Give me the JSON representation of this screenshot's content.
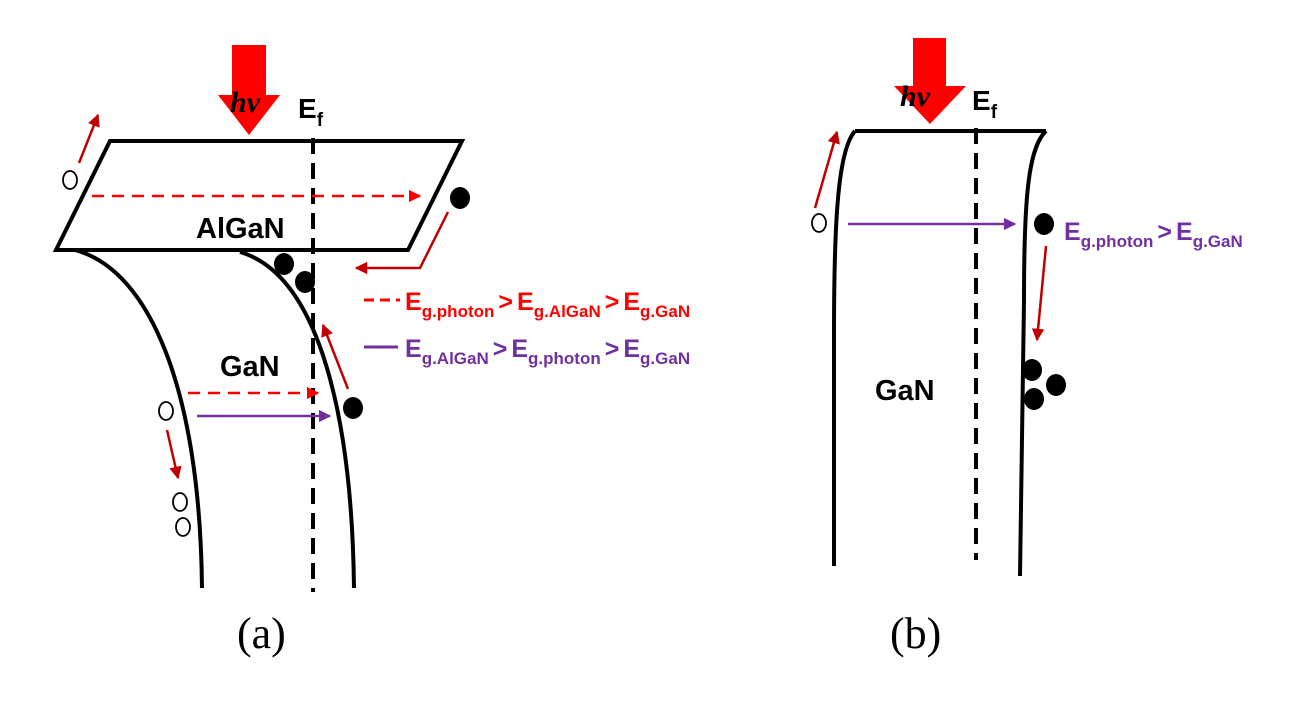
{
  "panel_a": {
    "caption": "(a)",
    "photon_label": "hv",
    "fermi_main": "E",
    "fermi_sub": "f",
    "layer_top": "AlGaN",
    "layer_bottom": "GaN",
    "legend": [
      {
        "terms": [
          {
            "main": "E",
            "sub": "g.photon"
          },
          {
            "main": "E",
            "sub": "g.AlGaN"
          },
          {
            "main": "E",
            "sub": "g.GaN"
          }
        ],
        "separator": ">",
        "color": "#ff0000",
        "style": "dashed"
      },
      {
        "terms": [
          {
            "main": "E",
            "sub": "g.AlGaN"
          },
          {
            "main": "E",
            "sub": "g.photon"
          },
          {
            "main": "E",
            "sub": "g.GaN"
          }
        ],
        "separator": ">",
        "color": "#7030a0",
        "style": "solid"
      }
    ]
  },
  "panel_b": {
    "caption": "(b)",
    "photon_label": "hv",
    "fermi_main": "E",
    "fermi_sub": "f",
    "layer": "GaN",
    "condition": {
      "terms": [
        {
          "main": "E",
          "sub": "g.photon"
        },
        {
          "main": "E",
          "sub": "g.GaN"
        }
      ],
      "separator": ">",
      "color": "#7030a0"
    }
  },
  "colors": {
    "photon_arrow": "#ff0000",
    "carrier_arrow": "#c00000",
    "dashed_red": "#ff0000",
    "purple": "#7030a0",
    "band_line": "#000000"
  }
}
